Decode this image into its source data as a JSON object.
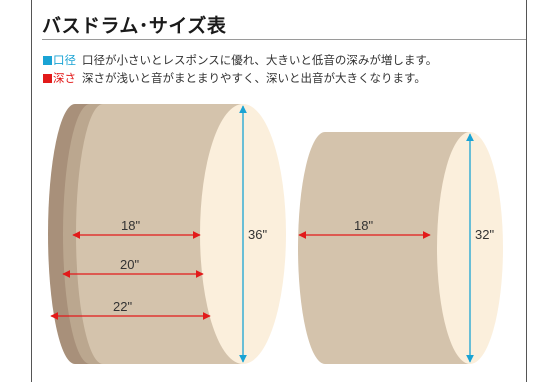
{
  "title": "バスドラム･サイズ表",
  "legend": [
    {
      "key": "口径",
      "color": "#1aa3d4",
      "text": "口径が小さいとレスポンスに優れ、大きいと低音の深みが増します。"
    },
    {
      "key": "深さ",
      "color": "#e21a1a",
      "text": "深さが浅いと音がまとまりやすく、深いと出音が大きくなります。"
    }
  ],
  "drum_large": {
    "depths": [
      "18\"",
      "20\"",
      "22\""
    ],
    "diameter": "36\""
  },
  "drum_small": {
    "depth": "18\"",
    "diameter": "32\""
  },
  "colors": {
    "shell": "#d4c3ac",
    "shell_dark": "#a8907a",
    "head": "#fbefdc",
    "depth_arrow": "#e21a1a",
    "diameter_arrow": "#1aa3d4"
  }
}
